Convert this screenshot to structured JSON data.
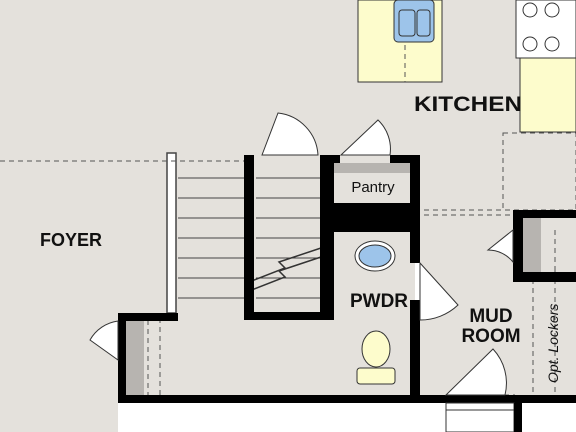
{
  "rooms": {
    "kitchen": "KITCHEN",
    "foyer": "FOYER",
    "pantry": "Pantry",
    "powder": "PWDR",
    "mud_room_line1": "MUD",
    "mud_room_line2": "ROOM"
  },
  "notes": {
    "lockers": "Opt. Lockers"
  },
  "colors": {
    "floor": "#e4e1dc",
    "wall": "#000000",
    "counter": "#fdfccc",
    "fixture_blue": "#9dc4ea",
    "cabinet_gray": "#b7b4b0",
    "door": "#ffffff"
  }
}
